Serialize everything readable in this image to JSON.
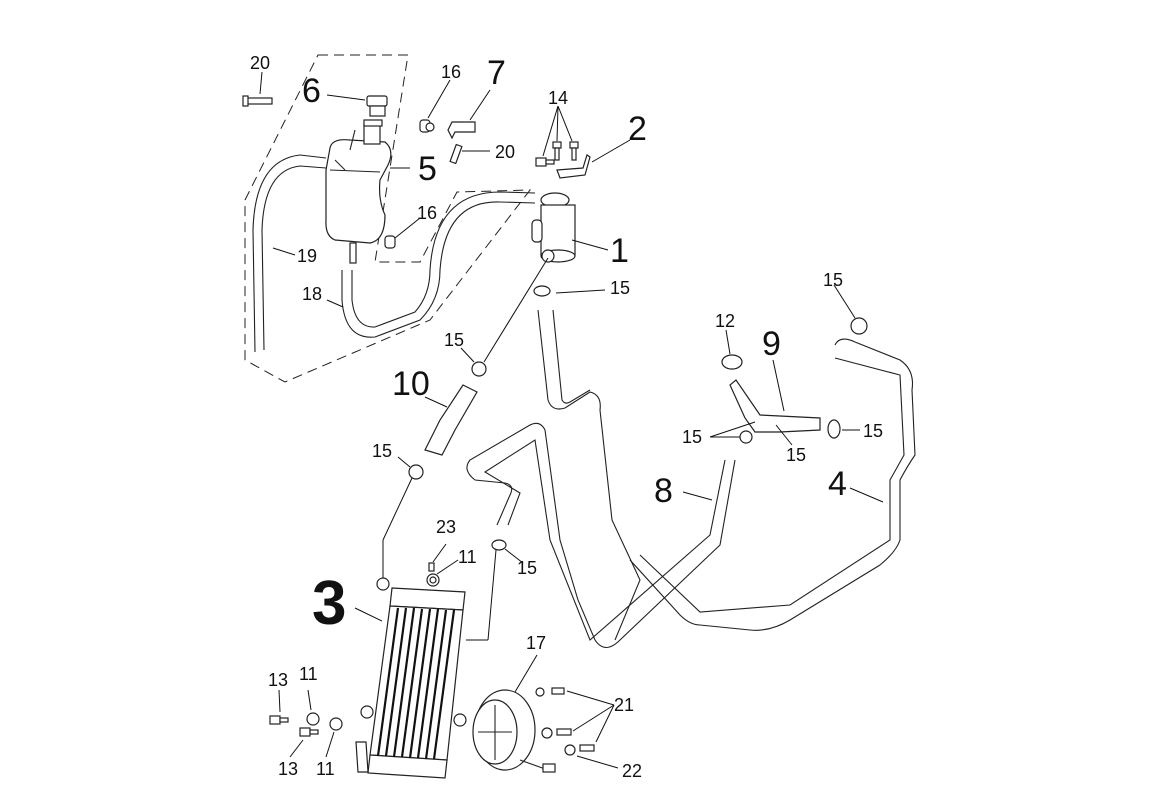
{
  "diagram": {
    "title": "Cooling system exploded parts diagram",
    "parts": [
      {
        "ref": "1",
        "name": "coolant-reservoir-cap-housing"
      },
      {
        "ref": "2",
        "name": "bracket"
      },
      {
        "ref": "3",
        "name": "radiator"
      },
      {
        "ref": "4",
        "name": "hose"
      },
      {
        "ref": "5",
        "name": "expansion-tank"
      },
      {
        "ref": "6",
        "name": "tank-cap"
      },
      {
        "ref": "7",
        "name": "tank-bracket"
      },
      {
        "ref": "8",
        "name": "hose"
      },
      {
        "ref": "9",
        "name": "hose-junction"
      },
      {
        "ref": "10",
        "name": "hose"
      },
      {
        "ref": "11",
        "name": "rubber-grommet"
      },
      {
        "ref": "12",
        "name": "clamp"
      },
      {
        "ref": "13",
        "name": "bolt"
      },
      {
        "ref": "14",
        "name": "bolt"
      },
      {
        "ref": "15",
        "name": "hose-clamp"
      },
      {
        "ref": "16",
        "name": "clip"
      },
      {
        "ref": "17",
        "name": "cooling-fan"
      },
      {
        "ref": "18",
        "name": "overflow-hose"
      },
      {
        "ref": "19",
        "name": "vent-hose"
      },
      {
        "ref": "20",
        "name": "screw"
      },
      {
        "ref": "21",
        "name": "bolt"
      },
      {
        "ref": "22",
        "name": "washer"
      },
      {
        "ref": "23",
        "name": "bleed-screw"
      }
    ],
    "labels": {
      "l20a": "20",
      "l6": "6",
      "l16a": "16",
      "l7": "7",
      "l14": "14",
      "l2": "2",
      "l20b": "20",
      "l5": "5",
      "l16b": "16",
      "l1": "1",
      "l19": "19",
      "l18": "18",
      "l15a": "15",
      "l15b": "15",
      "l10": "10",
      "l15c": "15",
      "l12": "12",
      "l9": "9",
      "l15d": "15",
      "l15e": "15",
      "l15f": "15",
      "l15g": "15",
      "l8": "8",
      "l4": "4",
      "l23": "23",
      "l11a": "11",
      "l15h": "15",
      "l3": "3",
      "l17": "17",
      "l21": "21",
      "l13a": "13",
      "l11b": "11",
      "l13b": "13",
      "l11c": "11",
      "l22": "22"
    }
  }
}
